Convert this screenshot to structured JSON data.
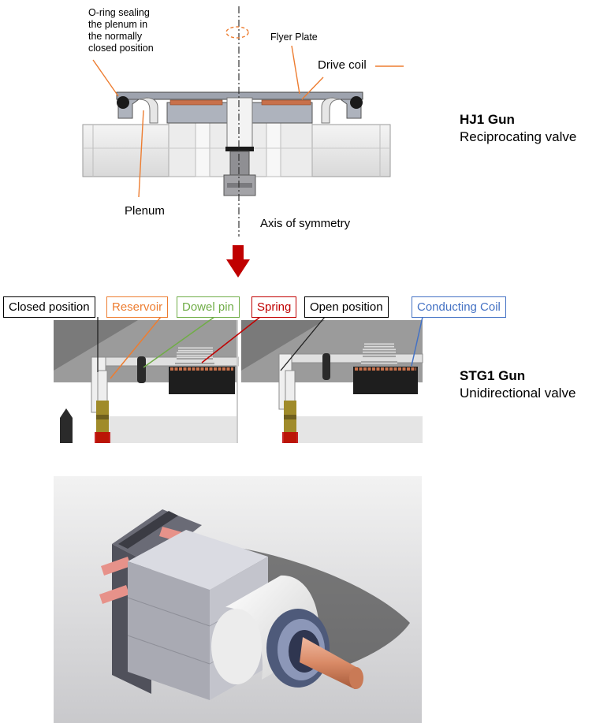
{
  "top_diagram": {
    "oring_label": "O-ring sealing\nthe plenum in\nthe normally\nclosed position",
    "flyer_plate_label": "Flyer Plate",
    "drive_coil_label": "Drive coil",
    "plenum_label": "Plenum",
    "axis_label": "Axis of symmetry",
    "gun_name": "HJ1 Gun",
    "valve_type": "Reciprocating valve"
  },
  "middle_diagram": {
    "labels": {
      "closed_position": "Closed position",
      "reservoir": "Reservoir",
      "dowel_pin": "Dowel pin",
      "spring": "Spring",
      "open_position": "Open position",
      "conducting_coil": "Conducting Coil"
    },
    "label_colors": {
      "closed_position": "#000000",
      "reservoir": "#ed7d31",
      "dowel_pin": "#70ad47",
      "spring": "#c00000",
      "open_position": "#000000",
      "conducting_coil": "#4472c4"
    },
    "gun_name": "STG1 Gun",
    "valve_type": "Unidirectional valve"
  },
  "colors": {
    "arrow": "#c00000",
    "leader_orange": "#ed7d31",
    "copper": "#c8704a"
  }
}
